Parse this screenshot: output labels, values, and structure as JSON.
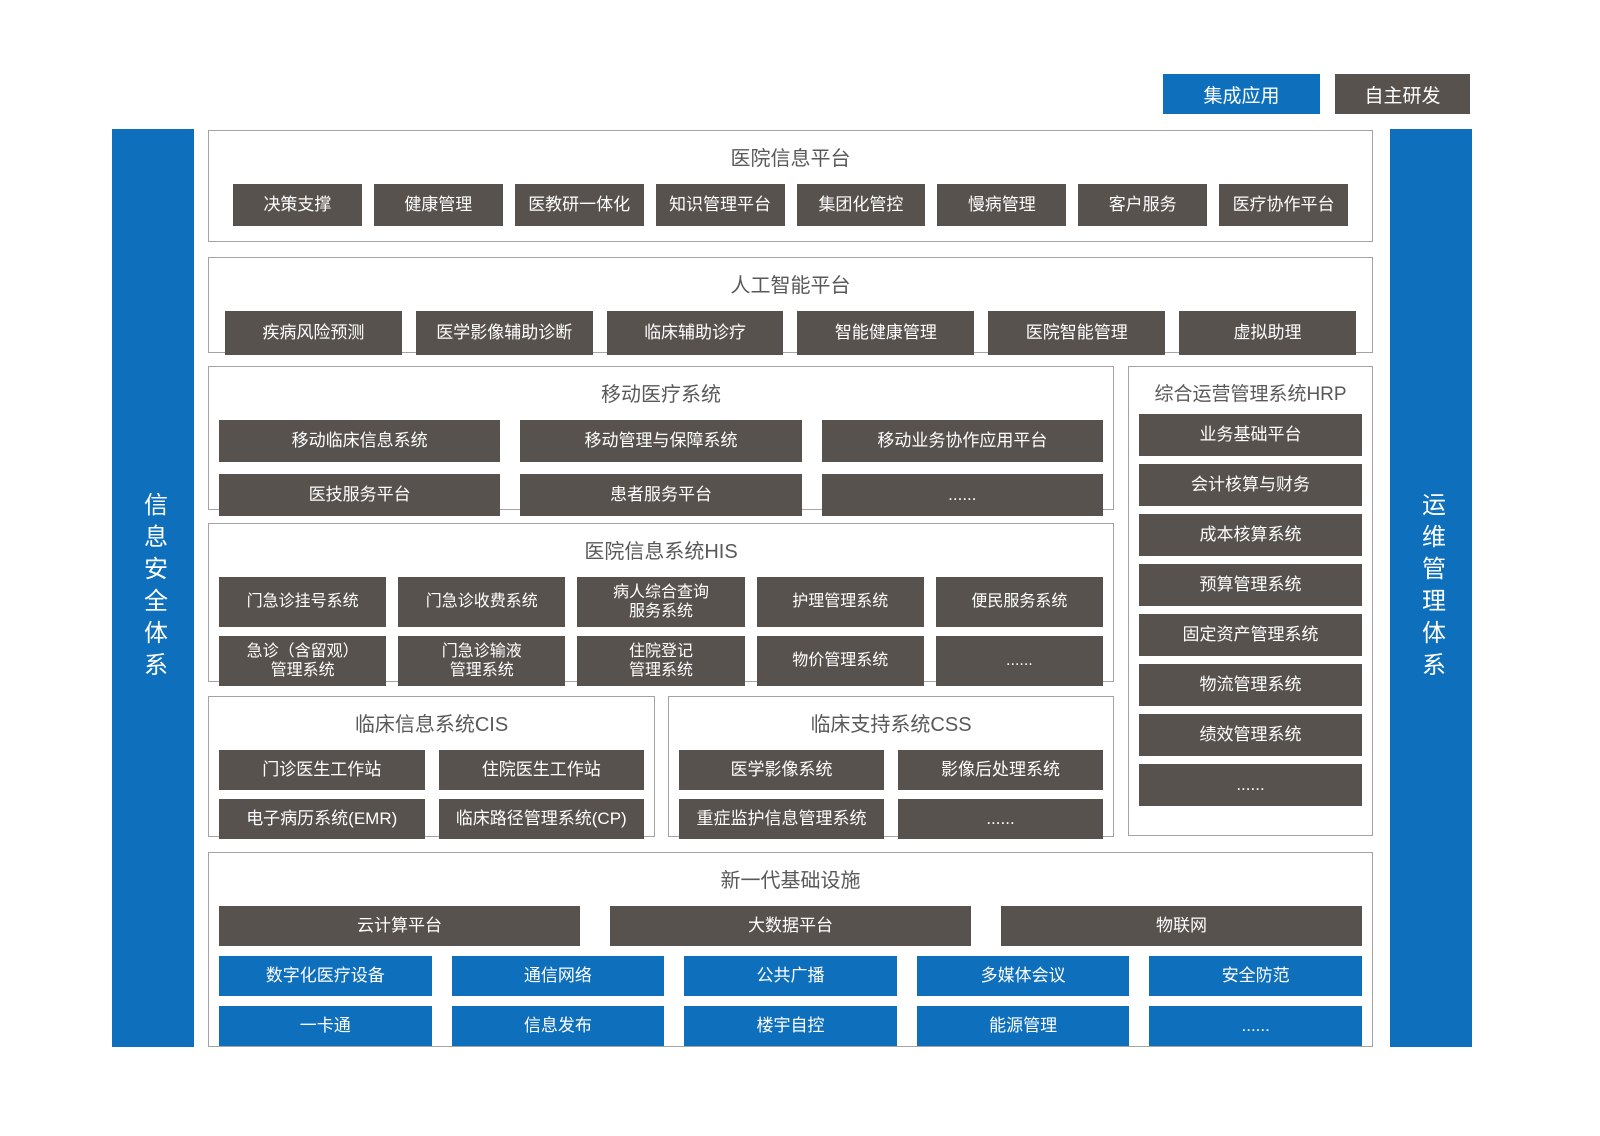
{
  "colors": {
    "integrated_blue": "#0E6FBC",
    "self_developed_dark": "#57524E",
    "section_border": "#A3A3A3",
    "title_gray": "#595959"
  },
  "legend": {
    "integrated": "集成应用",
    "self_developed": "自主研发"
  },
  "side_bars": {
    "left": "信息安全体系",
    "right": "运维管理体系"
  },
  "sections": {
    "hospital_info": {
      "title": "医院信息平台",
      "items": [
        "决策支撑",
        "健康管理",
        "医教研一体化",
        "知识管理平台",
        "集团化管控",
        "慢病管理",
        "客户服务",
        "医疗协作平台"
      ]
    },
    "ai_platform": {
      "title": "人工智能平台",
      "items": [
        "疾病风险预测",
        "医学影像辅助诊断",
        "临床辅助诊疗",
        "智能健康管理",
        "医院智能管理",
        "虚拟助理"
      ]
    },
    "mobile_medical": {
      "title": "移动医疗系统",
      "items": [
        "移动临床信息系统",
        "移动管理与保障系统",
        "移动业务协作应用平台",
        "医技服务平台",
        "患者服务平台",
        "......"
      ]
    },
    "hrp": {
      "title": "综合运营管理系统HRP",
      "items": [
        "业务基础平台",
        "会计核算与财务",
        "成本核算系统",
        "预算管理系统",
        "固定资产管理系统",
        "物流管理系统",
        "绩效管理系统",
        "......"
      ]
    },
    "his": {
      "title": "医院信息系统HIS",
      "items": [
        "门急诊挂号系统",
        "门急诊收费系统",
        "病人综合查询\n服务系统",
        "护理管理系统",
        "便民服务系统",
        "急诊（含留观）\n管理系统",
        "门急诊输液\n管理系统",
        "住院登记\n管理系统",
        "物价管理系统",
        "......"
      ]
    },
    "cis": {
      "title": "临床信息系统CIS",
      "items": [
        "门诊医生工作站",
        "住院医生工作站",
        "电子病历系统(EMR)",
        "临床路径管理系统(CP)"
      ]
    },
    "css": {
      "title": "临床支持系统CSS",
      "items": [
        "医学影像系统",
        "影像后处理系统",
        "重症监护信息管理系统",
        "......"
      ]
    },
    "infrastructure": {
      "title": "新一代基础设施",
      "dark_items": [
        "云计算平台",
        "大数据平台",
        "物联网"
      ],
      "blue_items": [
        "数字化医疗设备",
        "通信网络",
        "公共广播",
        "多媒体会议",
        "安全防范",
        "一卡通",
        "信息发布",
        "楼宇自控",
        "能源管理",
        "......"
      ]
    }
  }
}
